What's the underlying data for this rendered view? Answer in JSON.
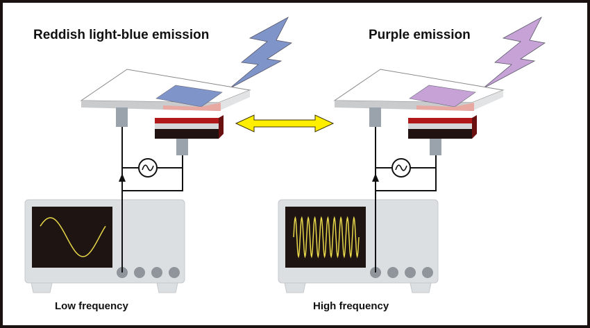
{
  "left_panel": {
    "title": "Reddish light-blue emission",
    "caption": "Low frequency",
    "emission_color": "#7f94c9",
    "waveform_cycles": 1
  },
  "right_panel": {
    "title": "Purple emission",
    "caption": "High frequency",
    "emission_color": "#c7a2d6",
    "waveform_cycles": 10
  },
  "switch_arrow": {
    "icon": "double-arrow-icon",
    "color": "#ffee00"
  },
  "ac_source": {
    "icon": "ac-source-icon"
  }
}
